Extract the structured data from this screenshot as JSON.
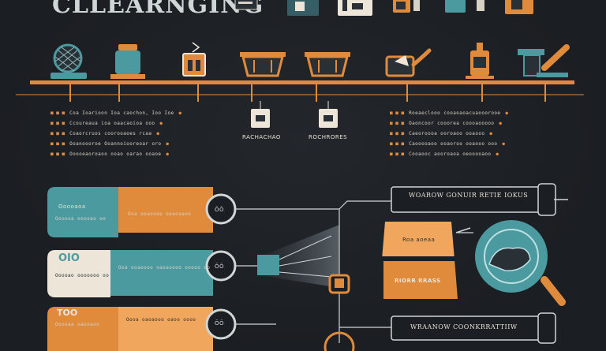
{
  "title": "CLLEARNGING",
  "colors": {
    "background": "#1b1e22",
    "orange": "#e08a3c",
    "teal": "#4b9aa0",
    "cream": "#ece5d8",
    "peach": "#f0a65c"
  },
  "top_icons": [
    {
      "name": "mesh-ball-icon"
    },
    {
      "name": "teal-jar-icon"
    },
    {
      "name": "tag-box-icon"
    },
    {
      "name": "orange-bin-icon"
    },
    {
      "name": "orange-bin-2-icon"
    },
    {
      "name": "watering-can-icon"
    },
    {
      "name": "tag-bottle-icon"
    },
    {
      "name": "dispenser-icon"
    }
  ],
  "centre_tags": {
    "left": "RACHACHAO",
    "right": "ROCHRORES"
  },
  "left_lines": [
    {
      "num": "■ ■ ■",
      "text": "Coa Ioarioon Ioa caochon, Ioo Ioe",
      "end": "●"
    },
    {
      "num": "■ ■ ■",
      "text": "Ccoureaua ioa oaacaoioa ooo",
      "end": "●"
    },
    {
      "num": "■ ■ ■",
      "text": "Coaorcruos coorooaoes rcaa",
      "end": "●"
    },
    {
      "num": "■ ■ ■",
      "text": "Ooanoooroe Ooannoiooreoar oro",
      "end": "●"
    },
    {
      "num": "■ ■ ■",
      "text": "Ooooeaoroaoo ooao oarao ooaoe",
      "end": "●"
    }
  ],
  "right_lines": [
    {
      "num": "■ ■ ■",
      "text": "Roeaeclooo cooaoaoacuaooorooe",
      "end": "●"
    },
    {
      "num": "■ ■ ■",
      "text": "Oaoncoor cooorea coooaooooo",
      "end": "●"
    },
    {
      "num": "■ ■ ■",
      "text": "Caeoroooa ooroaoo ooaooo",
      "end": "●"
    },
    {
      "num": "■ ■ ■",
      "text": "Caooooaoo ooaoroo ooaooo ooo",
      "end": "●"
    },
    {
      "num": "■ ■ ■",
      "text": "Cooaooc aooroaoa oeooooaoo",
      "end": "●"
    }
  ],
  "ribbons": [
    {
      "head": "Ooooaoa",
      "sub": "Oooooa ooooao oo",
      "body": "Ooa ooaoooo ooaoaaoo",
      "badge": "ÕÕ"
    },
    {
      "head": "OIO",
      "sub": "Ooooao ooooooo oo",
      "body": "Ooa ooaoooo oaoaoooo ooooo oo",
      "badge": "ÕÕ"
    },
    {
      "head": "TOO",
      "sub": "Ooooaa oaooaoo",
      "body": "Oooa oaoaooo oaoo oooo",
      "badge": "ÕÕ"
    }
  ],
  "right_side": {
    "bar_top": "WOAROW GONUIR RETIE IOKUS",
    "bar_bottom": "WRAANOW COONKRRATTIIW",
    "box_top": "Roa aoeaa",
    "box_bottom": "RIORR RRASS"
  }
}
